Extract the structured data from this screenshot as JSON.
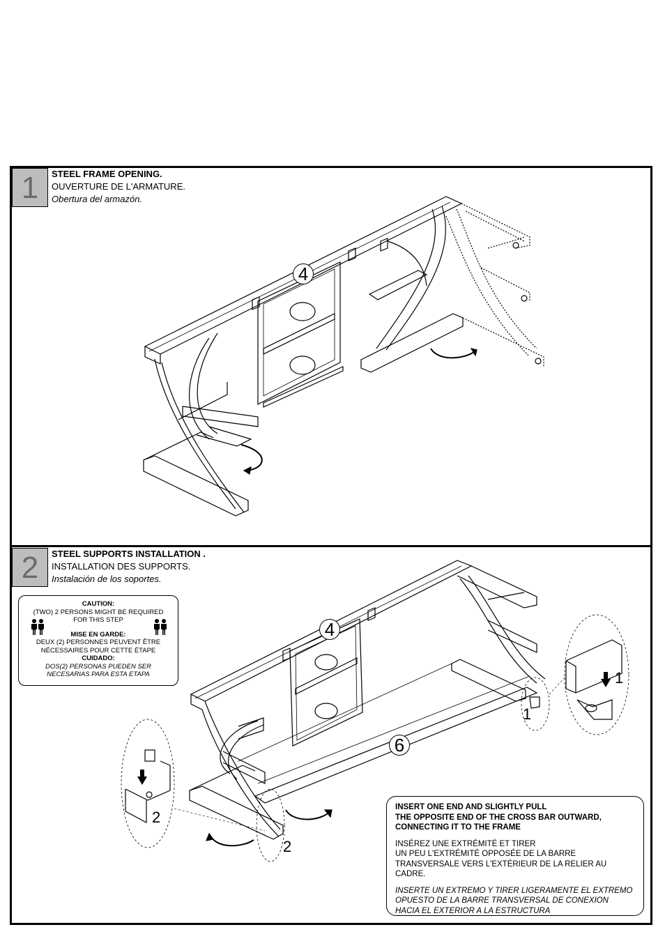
{
  "step1": {
    "number": "1",
    "title_en": "STEEL FRAME OPENING.",
    "title_fr": "OUVERTURE DE L'ARMATURE.",
    "title_es": "Obertura del armazón.",
    "part_label": "4"
  },
  "step2": {
    "number": "2",
    "title_en": "STEEL SUPPORTS INSTALLATION .",
    "title_fr": "INSTALLATION DES SUPPORTS.",
    "title_es": "Instalación de los soportes.",
    "part_label_a": "4",
    "part_label_b": "6",
    "callout_1_detail": "1",
    "callout_1_frame": "1",
    "callout_2_detail": "2",
    "callout_2_frame": "2",
    "caution": {
      "title_en": "CAUTION:",
      "text_en_1": "(TWO) 2 PERSONS MIGHT BE REQUIRED",
      "text_en_2": "FOR THIS STEP",
      "title_fr": "MISE EN GARDE:",
      "text_fr_1": "DEUX (2) PERSONNES PEUVENT ÊTRE",
      "text_fr_2": "NÉCESSAIRES POUR CETTE ÉTAPE",
      "title_es": "CUIDADO:",
      "text_es_1": "DOS(2) PERSONAS PUEDEN SER",
      "text_es_2": "NECESARIAS PARA ESTA ETAPA"
    },
    "note": {
      "en_1": "INSERT ONE END AND SLIGHTLY PULL",
      "en_2": "THE OPPOSITE END OF THE CROSS BAR OUTWARD,",
      "en_3": "CONNECTING IT TO THE FRAME",
      "fr_1": "INSÉREZ UNE EXTRÉMITÉ ET TIRER",
      "fr_2": "UN PEU L'EXTRÉMITÉ OPPOSÉE DE LA BARRE",
      "fr_3": "TRANSVERSALE VERS L'EXTÉRIEUR DE LA RELIER AU CADRE.",
      "es_1": "INSERTE UN EXTREMO Y TIRER LIGERAMENTE EL EXTREMO",
      "es_2": "OPUESTO DE LA BARRE TRANSVERSAL DE CONEXION",
      "es_3": "HACIA EL EXTERIOR A LA ESTRUCTURA"
    }
  },
  "icons": [
    "two-persons-icon",
    "rotation-arrow-icon",
    "down-arrow-icon"
  ]
}
